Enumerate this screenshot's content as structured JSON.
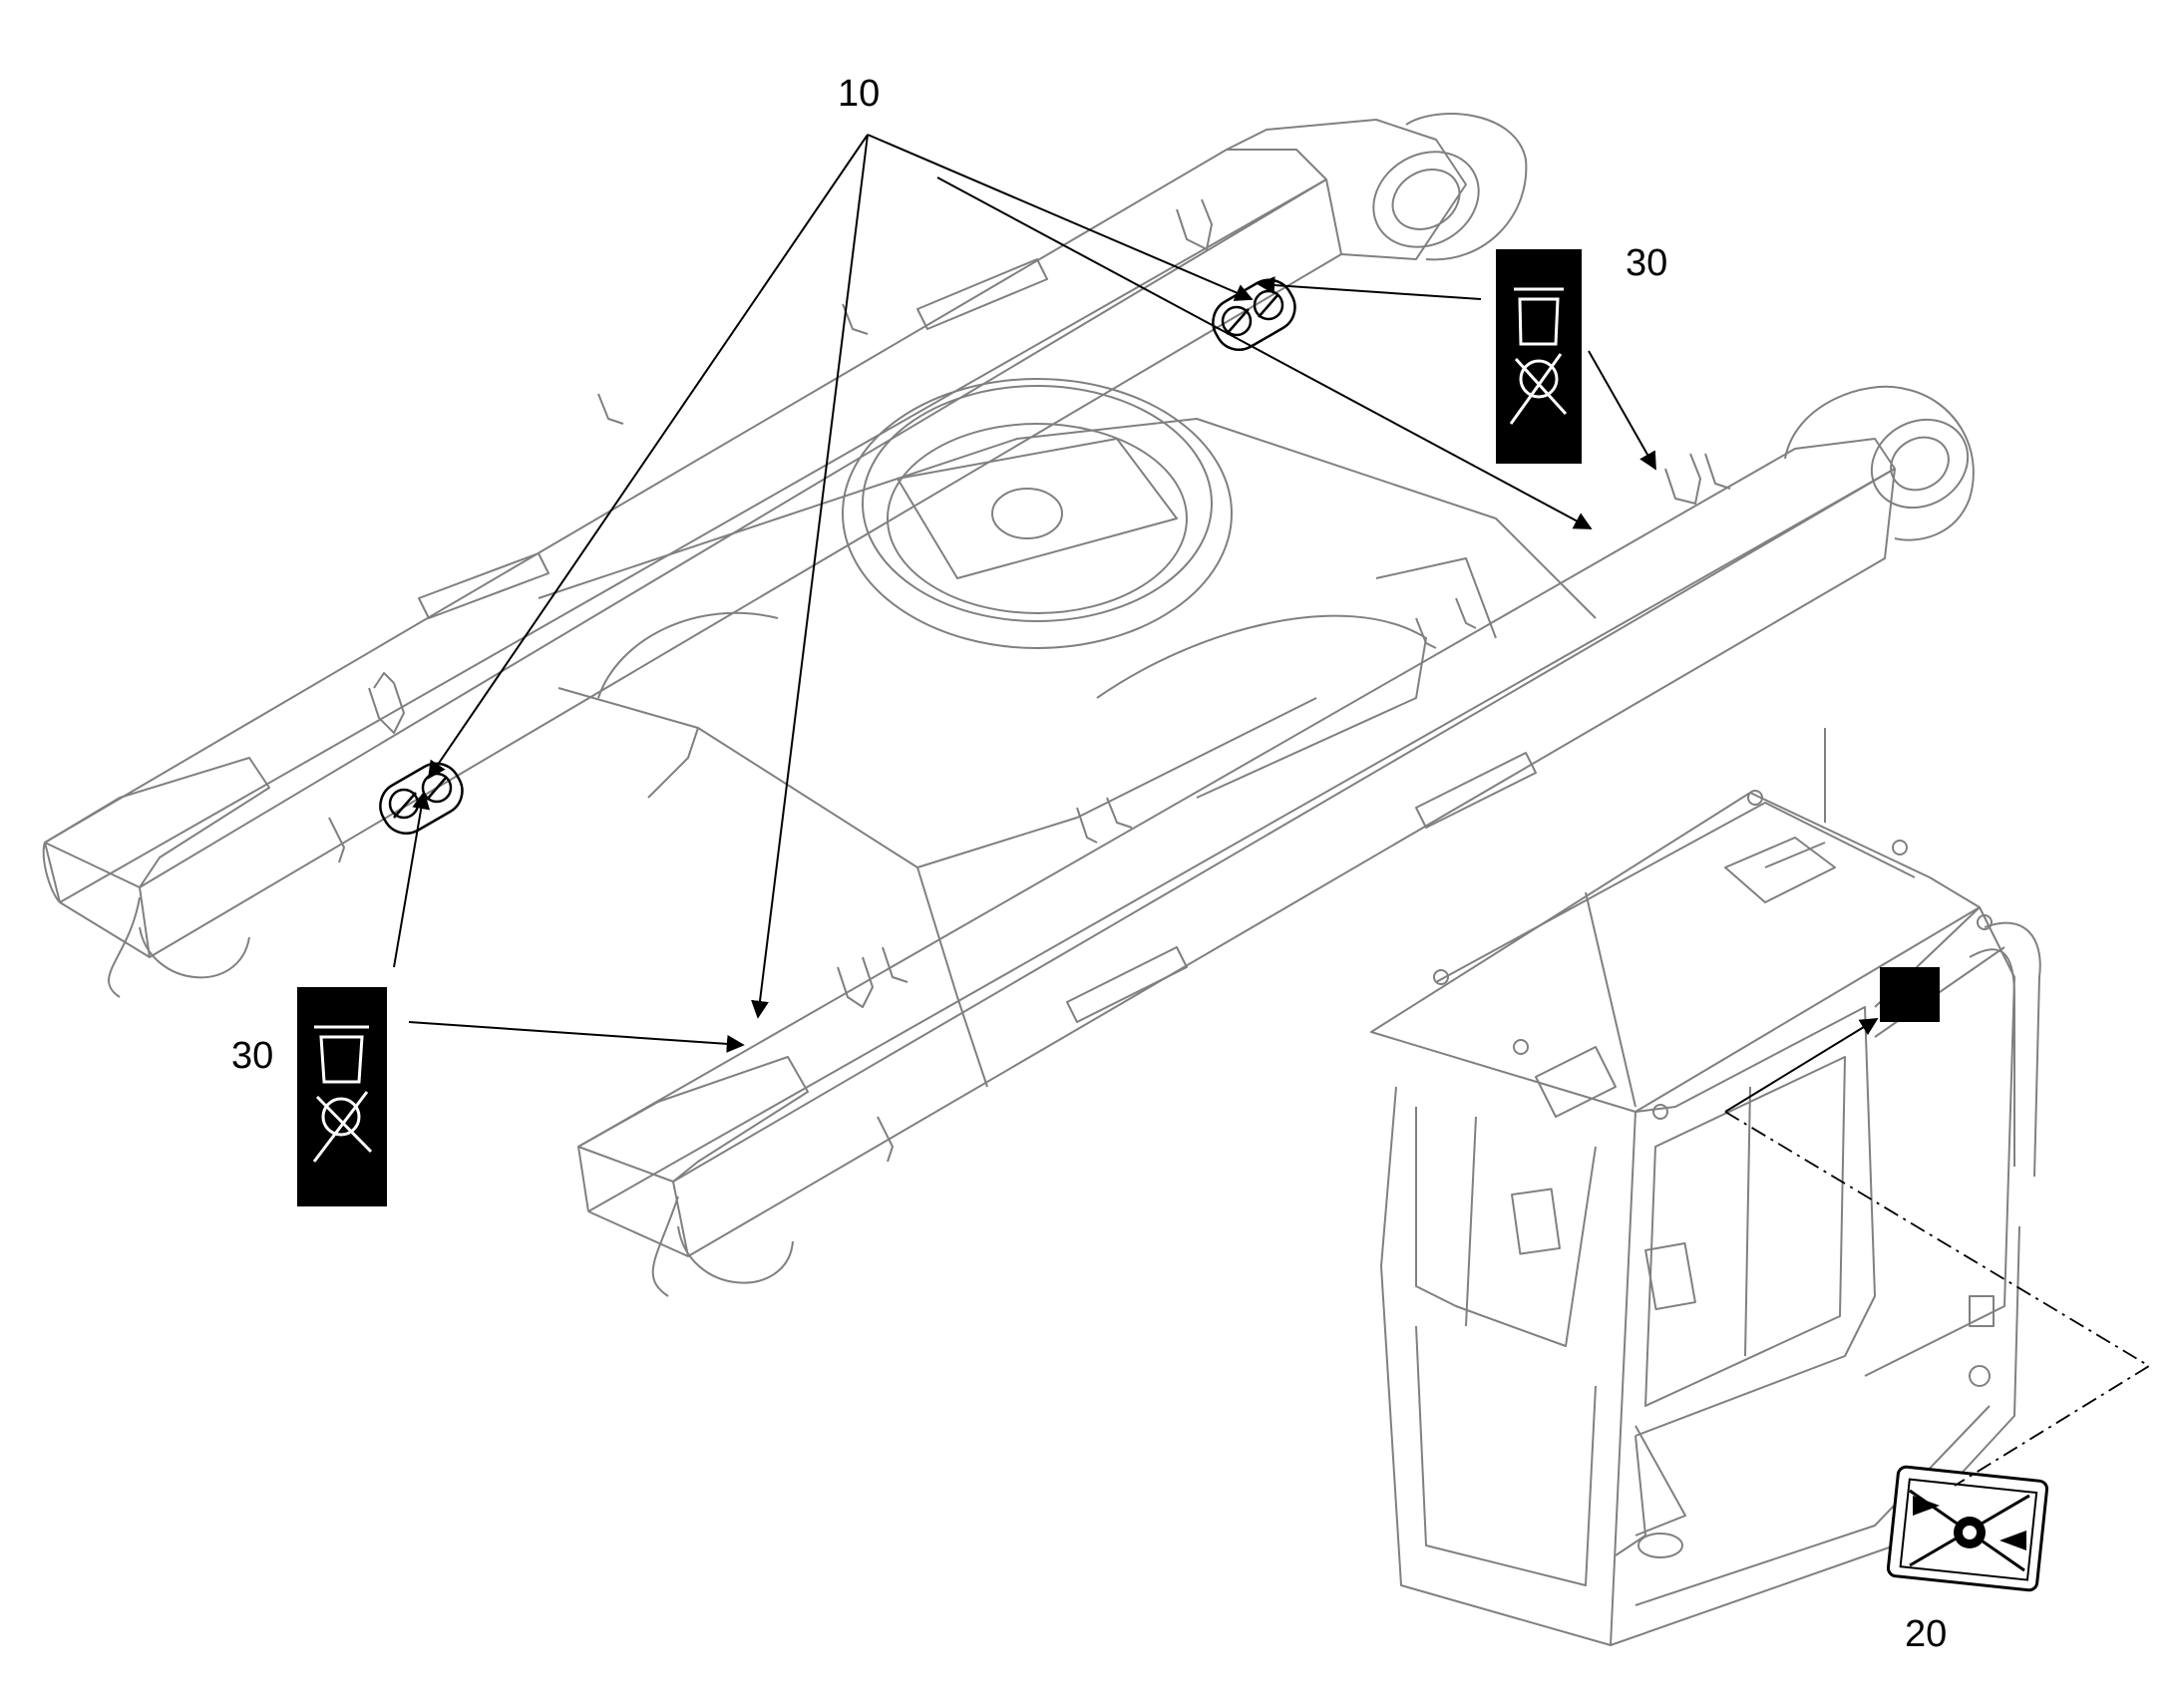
{
  "callouts": {
    "item_10": "10",
    "item_20": "20",
    "item_30_upper": "30",
    "item_30_lower": "30"
  },
  "colors": {
    "line": "#7a7a7a",
    "leader": "#000000",
    "decal_fill": "#000000",
    "decal_symbol": "#ffffff"
  },
  "icons": {
    "decal_30": "lifting-point-decal-icon",
    "decal_20": "warning-decal-icon",
    "decal_10": "tie-down-point-decal-icon"
  }
}
